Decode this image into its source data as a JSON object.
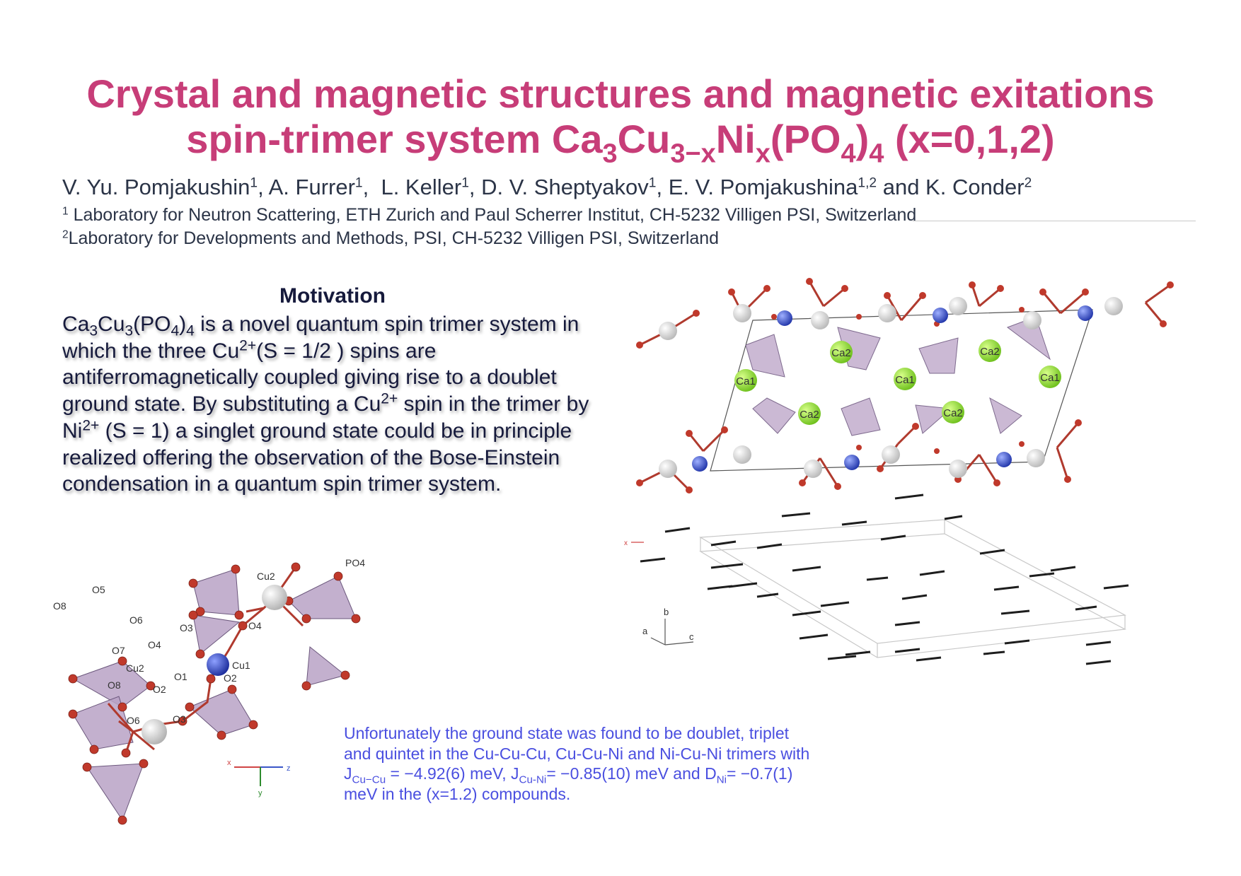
{
  "title": {
    "line1": "Crystal and magnetic structures and magnetic exitations",
    "line2": [
      "spin-trimer system Ca",
      "3",
      "Cu",
      "3−x",
      "Ni",
      "x",
      "(PO",
      "4",
      ")",
      "4",
      " (x=0,1,2)"
    ]
  },
  "authors": [
    {
      "name": "V. Yu. Pomjakushin",
      "aff": "1"
    },
    {
      "name": "A. Furrer",
      "aff": "1"
    },
    {
      "name": "L. Keller",
      "aff": "1"
    },
    {
      "name": "D. V. Sheptyakov",
      "aff": "1"
    },
    {
      "name": "E. V. Pomjakushina",
      "aff": "1,2"
    },
    {
      "name": "K. Conder",
      "aff": "2"
    }
  ],
  "affiliations": [
    {
      "mark": "1",
      "text": "Laboratory for Neutron Scattering, ETH Zurich and Paul Scherrer Institut, CH-5232 Villigen PSI, Switzerland"
    },
    {
      "mark": "2",
      "text": "Laboratory for Developments and Methods, PSI, CH-5232 Villigen PSI, Switzerland"
    }
  ],
  "motivation": {
    "heading": "Motivation",
    "body": [
      "Ca",
      "3",
      "Cu",
      "3",
      "(PO",
      "4",
      ")",
      "4",
      " is a novel quantum spin trimer system in which the three Cu",
      "2+",
      "(S = 1/2 ) spins are antiferromagnetically coupled giving rise to a doublet ground state. By substituting a Cu",
      "2+",
      " spin in the trimer by Ni",
      "2+",
      " (S = 1) a singlet ground state could be in principle realized offering the observation of the Bose-Einstein condensation in a quantum spin trimer system."
    ]
  },
  "trimer_figure": {
    "labels": [
      "Cu2",
      "PO4",
      "O3",
      "O4",
      "Cu1",
      "O5",
      "O8",
      "O6",
      "O7",
      "O4",
      "Cu2",
      "O8",
      "O1",
      "O2",
      "O2",
      "O3",
      "O6"
    ],
    "axes": {
      "x": "x",
      "y": "y",
      "z": "z"
    }
  },
  "structure_figure": {
    "labels": [
      "Ca2",
      "Ca2",
      "Ca1",
      "Ca1",
      "Ca1",
      "Ca2",
      "Ca2"
    ]
  },
  "magnetic_figure": {
    "axes": {
      "a": "a",
      "b": "b",
      "c": "c",
      "x": "x"
    }
  },
  "conclusion": {
    "lines": [
      [
        "Unfortunately the ground state was found to be doublet, triplet"
      ],
      [
        "and quintet in the Cu-Cu-Cu, Cu-Cu-Ni and Ni-Cu-Ni trimers with"
      ],
      [
        "J",
        "Cu−Cu",
        " = −4.92(6) meV,  J",
        "Cu-Ni",
        "= −0.85(10) meV and D",
        "Ni",
        "= −0.7(1)"
      ],
      [
        "meV in the (x=1.2) compounds."
      ]
    ]
  },
  "colors": {
    "title": "#c73d78",
    "text": "#2b3447",
    "motivation_text": "#161a3c",
    "note": "#4a4fe0",
    "polyhedron": "#b9a2c6",
    "oxygen": "#c0392b",
    "cu_atom": "#3a56c8",
    "ca_atom": "#8ed62a"
  }
}
